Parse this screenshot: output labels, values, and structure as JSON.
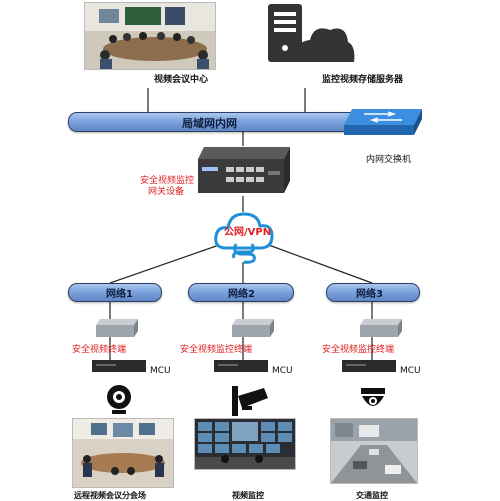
{
  "top": {
    "video_conference_center": "视频会议中心",
    "storage_server": "监控视频存储服务器"
  },
  "lan": {
    "label": "局域网内网",
    "switch_label": "内网交换机"
  },
  "gateway": {
    "label_line1": "安全视频监控",
    "label_line2": "网关设备"
  },
  "cloud": {
    "label": "公网/VPN"
  },
  "networks": [
    {
      "label": "网络1",
      "terminal": "安全视频终端",
      "mcu": "MCU",
      "site": "远程视频会议分会场"
    },
    {
      "label": "网络2",
      "terminal": "安全视频监控终端",
      "mcu": "MCU",
      "site": "视频监控"
    },
    {
      "label": "网络3",
      "terminal": "安全视频监控终端",
      "mcu": "MCU",
      "site": "交通监控"
    }
  ],
  "colors": {
    "accent_red": "#e02020",
    "bus_blue": "#7da4dd",
    "cloud_blue": "#1f8fd6"
  }
}
